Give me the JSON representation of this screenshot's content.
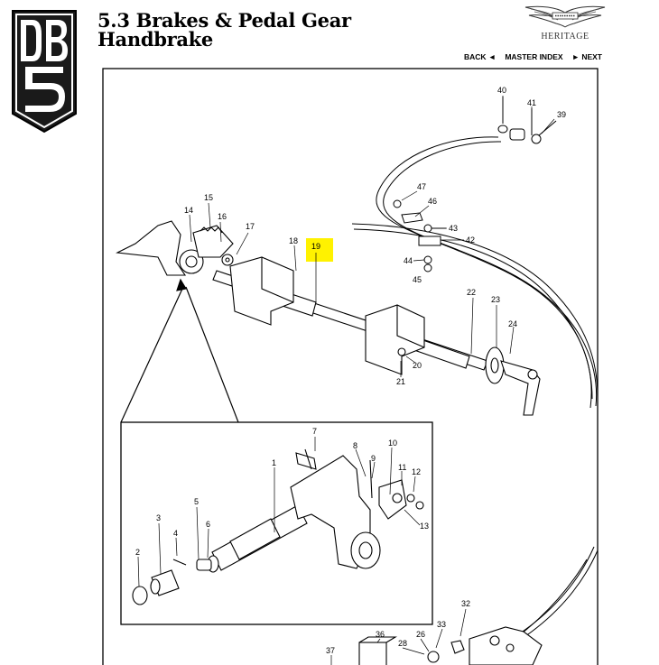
{
  "header": {
    "title_line1": "5.3 Brakes & Pedal Gear",
    "title_line2": "Handbrake",
    "brand_text": "HERITAGE",
    "logo_text_top": "DB",
    "logo_text_bottom": "5"
  },
  "nav": {
    "back_label": "BACK ◄",
    "index_label": "MASTER INDEX",
    "next_label": "► NEXT"
  },
  "diagram": {
    "highlight_color": "#fff200",
    "callouts": [
      "40",
      "41",
      "39",
      "47",
      "46",
      "43",
      "42",
      "44",
      "45",
      "15",
      "14",
      "16",
      "17",
      "18",
      "19",
      "22",
      "23",
      "24",
      "20",
      "21",
      "7",
      "8",
      "10",
      "9",
      "11",
      "12",
      "1",
      "13",
      "5",
      "3",
      "4",
      "6",
      "2",
      "32",
      "33",
      "36",
      "26",
      "28",
      "37"
    ]
  }
}
